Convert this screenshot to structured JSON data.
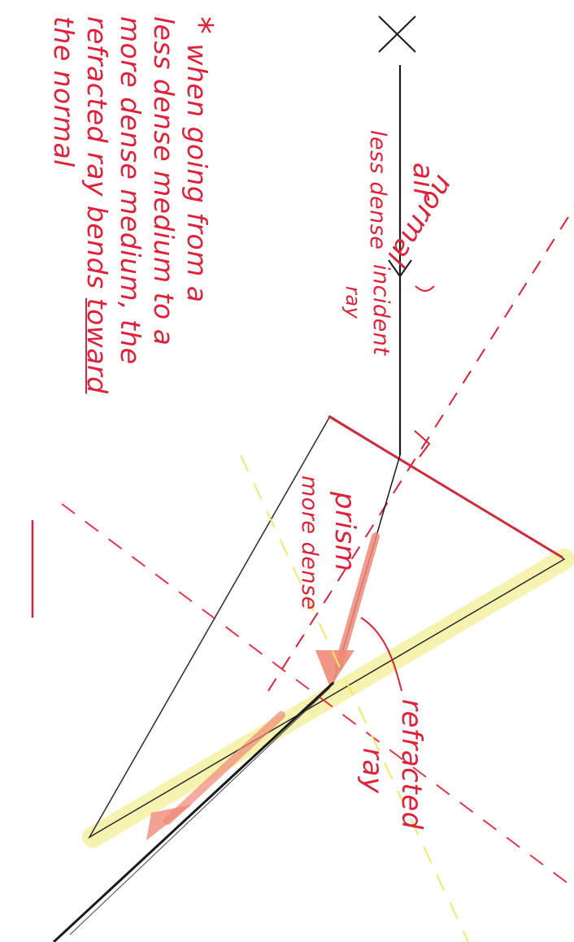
{
  "diagram": {
    "labels": {
      "air": "air",
      "air_density": "less dense",
      "incident_ray": "incident",
      "incident_ray_2": "ray",
      "normal": "normal",
      "prism": "prism",
      "prism_density": "more dense",
      "refracted_ray": "refracted",
      "refracted_ray_2": "ray",
      "x_mark": "X"
    },
    "note": {
      "star": "*",
      "line1": "when going from a",
      "line2": "less dense medium to a",
      "line3": "more dense medium, the",
      "line4_prefix": "refracted ray bends ",
      "line4_emphasis": "toward",
      "line5": "the normal"
    },
    "colors": {
      "ink_red": "#e0213a",
      "pencil": "#1a1a1a",
      "highlight_yellow": "#f6f3b0",
      "arrow_salmon": "#f08a78"
    }
  }
}
